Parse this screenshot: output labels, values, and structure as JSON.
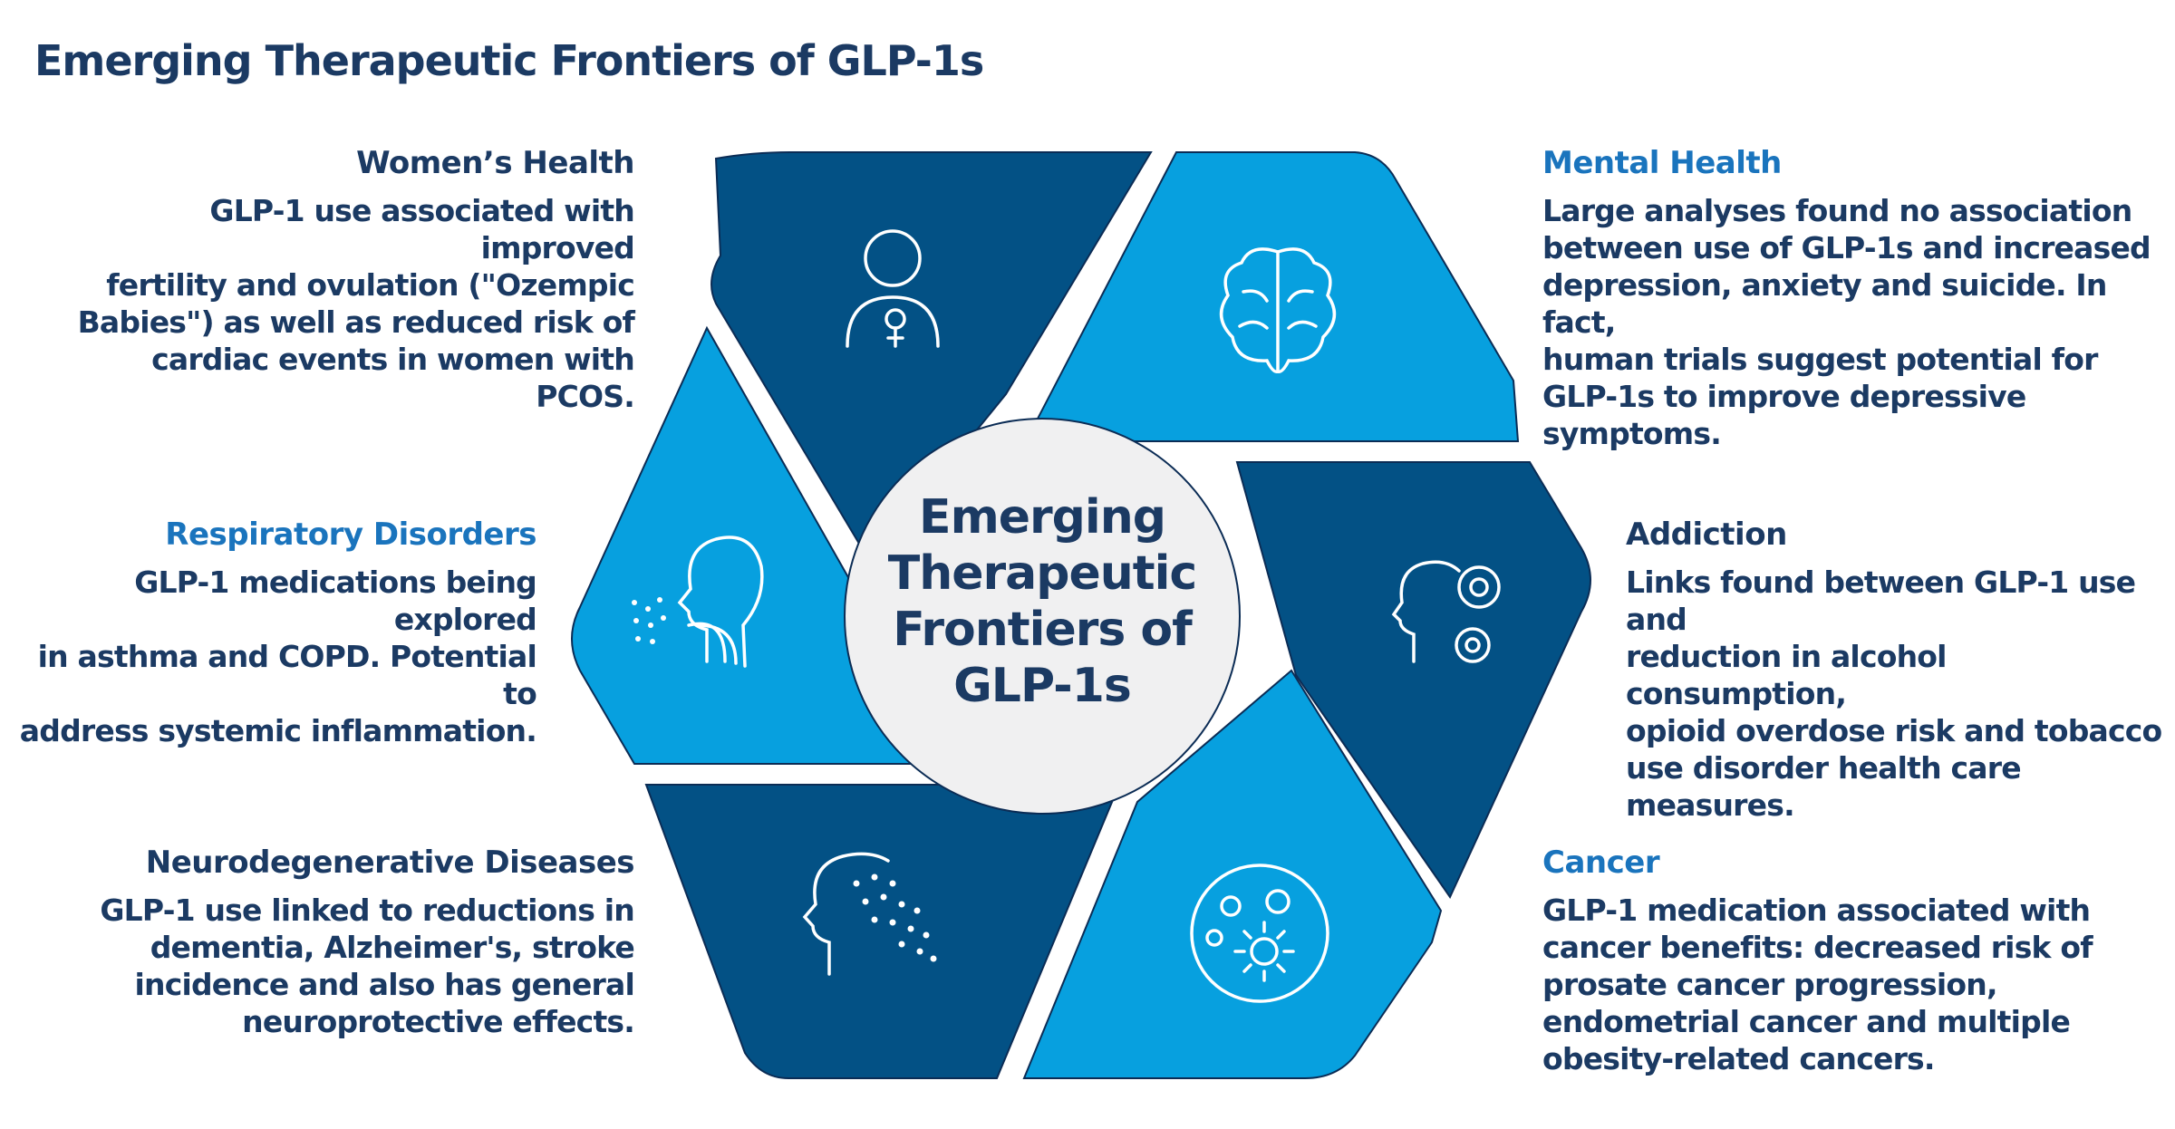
{
  "title": "Emerging Therapeutic Frontiers of GLP-1s",
  "center_label": "Emerging\nTherapeutic\nFrontiers of\nGLP-1s",
  "colors": {
    "dark": "#035185",
    "light": "#07a0df",
    "center": "#f0f0f1",
    "text": "#1b3a63",
    "accent": "#1a74bd"
  },
  "sections": {
    "womens_health": {
      "title": "Women’s Health",
      "text": "GLP-1 use associated with improved\nfertility and ovulation (\"Ozempic\nBabies\") as well as reduced risk of\ncardiac events in women with PCOS.",
      "icon": "woman-icon"
    },
    "mental_health": {
      "title": "Mental Health",
      "text": "Large analyses found no association\nbetween use of GLP-1s and increased\ndepression, anxiety and suicide. In fact,\nhuman trials suggest potential for\nGLP-1s to improve depressive symptoms.",
      "icon": "brain-icon"
    },
    "respiratory": {
      "title": "Respiratory Disorders",
      "text": "GLP-1 medications being explored\nin asthma and COPD. Potential to\naddress systemic inflammation.",
      "icon": "breathing-head-icon"
    },
    "addiction": {
      "title": "Addiction",
      "text": "Links found between GLP-1 use and\nreduction in alcohol consumption,\nopioid overdose risk and tobacco\nuse disorder health care measures.",
      "icon": "head-gears-icon"
    },
    "neuro": {
      "title": "Neurodegenerative Diseases",
      "text": "GLP-1 use linked to reductions in\ndementia, Alzheimer's, stroke\nincidence and also has general\nneuroprotective effects.",
      "icon": "head-dots-icon"
    },
    "cancer": {
      "title": "Cancer",
      "text": "GLP-1 medication associated with\ncancer benefits: decreased risk of\nprosate cancer progression,\nendometrial cancer and multiple\nobesity-related cancers.",
      "icon": "cell-icon"
    }
  }
}
